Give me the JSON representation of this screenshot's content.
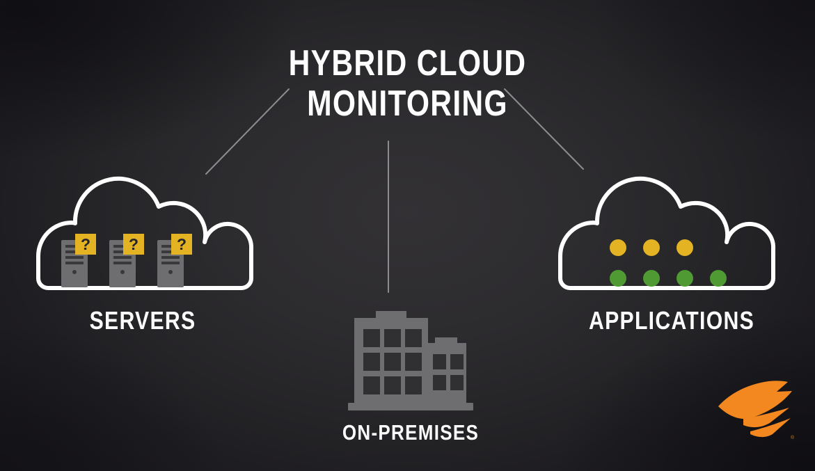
{
  "theme": {
    "background_dark": "#1e1d21",
    "background_center": "#333134",
    "text_white": "#fdfdfd",
    "accent_yellow": "#e3b324",
    "accent_green": "#4f9a32",
    "icon_gray": "#6e6e70",
    "line_gray": "#8d8d90",
    "brand_orange": "#f2881f"
  },
  "title": {
    "line1": "HYBRID CLOUD",
    "line2": "MONITORING"
  },
  "nodes": {
    "servers": {
      "label": "SERVERS",
      "badge_symbol": "?",
      "badge_count": 3,
      "server_count": 3
    },
    "on_premises": {
      "label": "ON-PREMISES"
    },
    "applications": {
      "label": "APPLICATIONS",
      "status_dots": {
        "yellow_count": 3,
        "green_count": 4
      }
    }
  },
  "brand": {
    "name": "solarwinds-logo",
    "registered_mark": "®"
  }
}
